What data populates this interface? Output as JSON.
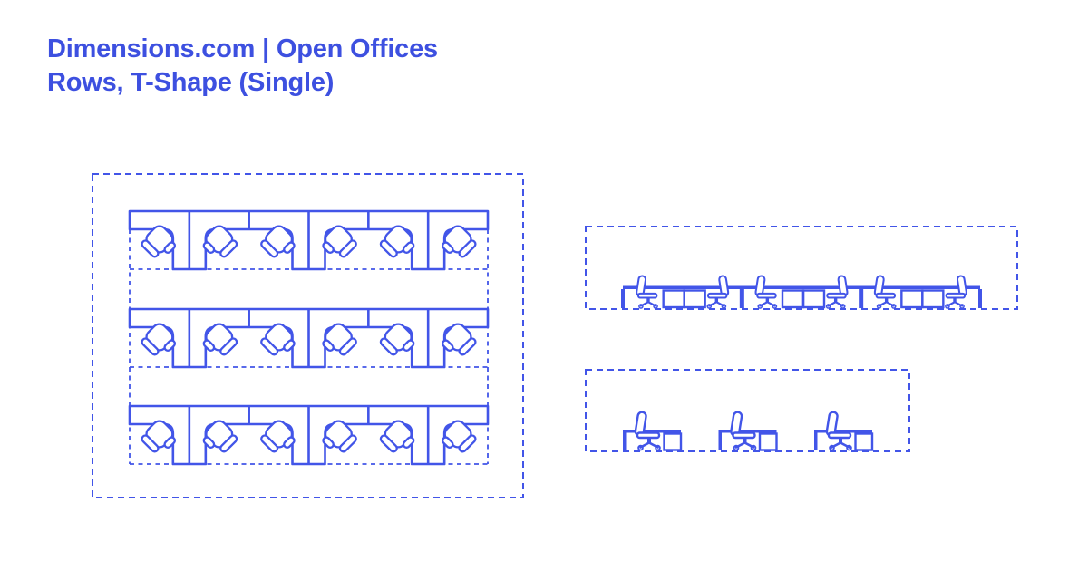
{
  "header": {
    "title_line1": "Dimensions.com | Open Offices",
    "title_line2": "Rows, T-Shape (Single)"
  },
  "colors": {
    "background": "#FFFFFF",
    "title": "#3D50E0",
    "line": "#4255E8",
    "fill": "#FFFFFF"
  },
  "figures": {
    "plan": {
      "label": "open-office-rows-top-view",
      "rows": 3,
      "stations_per_row": 6,
      "total_workstations": 18,
      "chairs_per_row": 6
    },
    "elevation_front": {
      "label": "row-elevation-front-view",
      "bays": 3,
      "chairs": 6,
      "pedestal_drawers": 6
    },
    "elevation_profile": {
      "label": "single-desk-elevation-view",
      "desks": 3,
      "chairs": 3,
      "pedestal_drawers": 3
    }
  }
}
